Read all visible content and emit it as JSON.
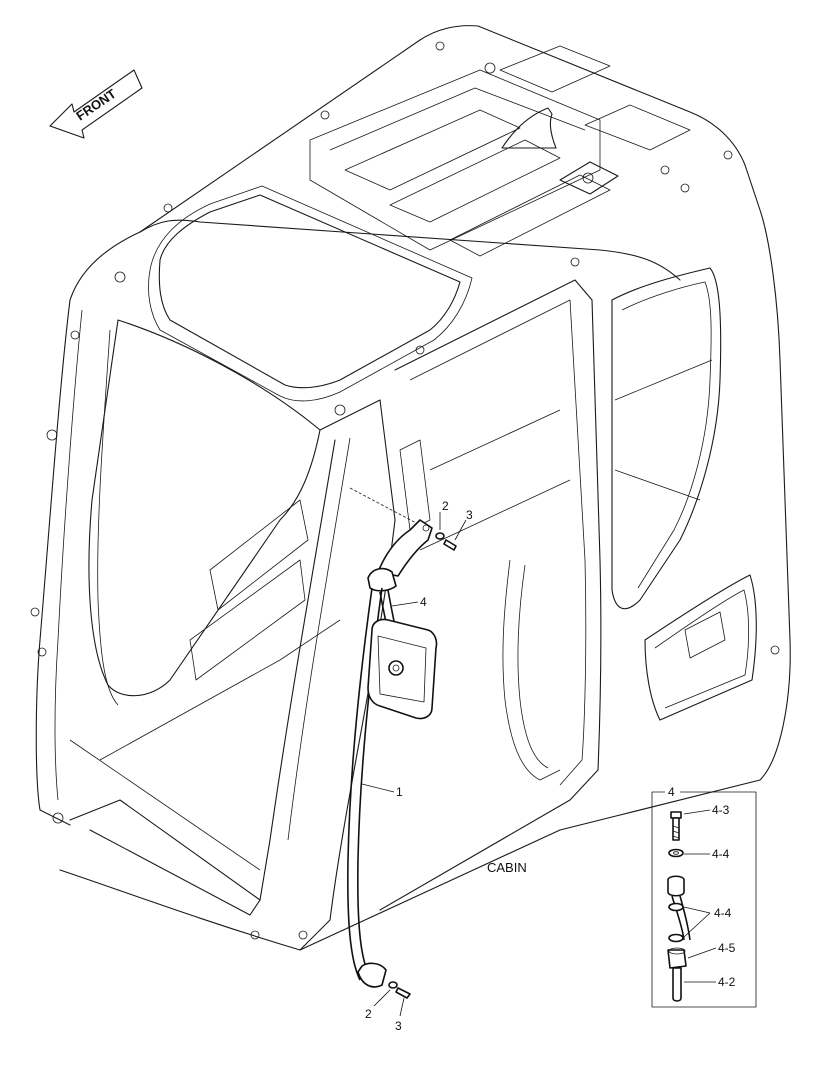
{
  "front_arrow": {
    "label": "FRONT"
  },
  "title_label": "CABIN",
  "callouts": {
    "c1": "1",
    "c2_top": "2",
    "c3_top": "3",
    "c4": "4",
    "c2_bottom": "2",
    "c3_bottom": "3"
  },
  "detail_box": {
    "title": "4",
    "items": [
      "4-3",
      "4-4",
      "4-4",
      "4-5",
      "4-2"
    ]
  }
}
